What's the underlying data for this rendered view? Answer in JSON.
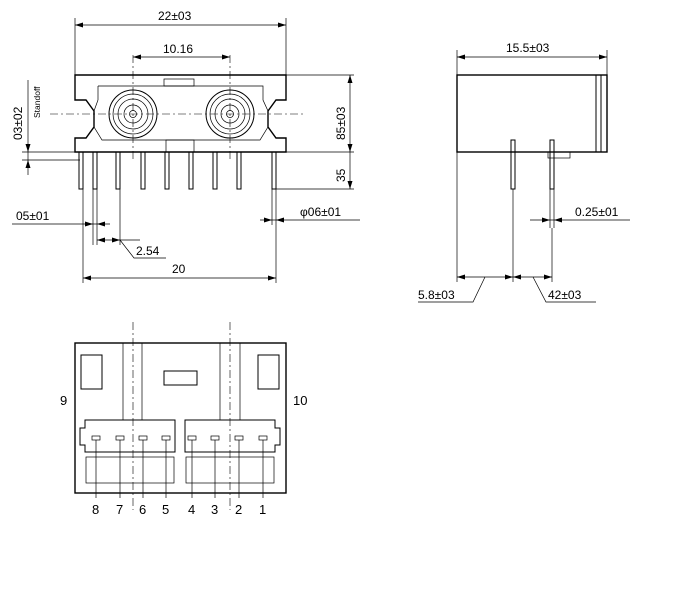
{
  "dimensions": {
    "width_22": "22±03",
    "pitch_1016": "10.16",
    "standoff_03": "03±02",
    "standoff_word": "Standoff",
    "height_85": "85±03",
    "pin_35": "35",
    "pin_w_05": "05±01",
    "dia_06": "φ06±01",
    "pitch_254": "2.54",
    "span_20": "20",
    "side_155": "15.5±03",
    "side_025": "0.25±01",
    "side_58": "5.8±03",
    "side_42": "42±03"
  },
  "pins": {
    "p9": "9",
    "p10": "10",
    "p8": "8",
    "p7": "7",
    "p6": "6",
    "p5": "5",
    "p4": "4",
    "p3": "3",
    "p2": "2",
    "p1": "1"
  }
}
